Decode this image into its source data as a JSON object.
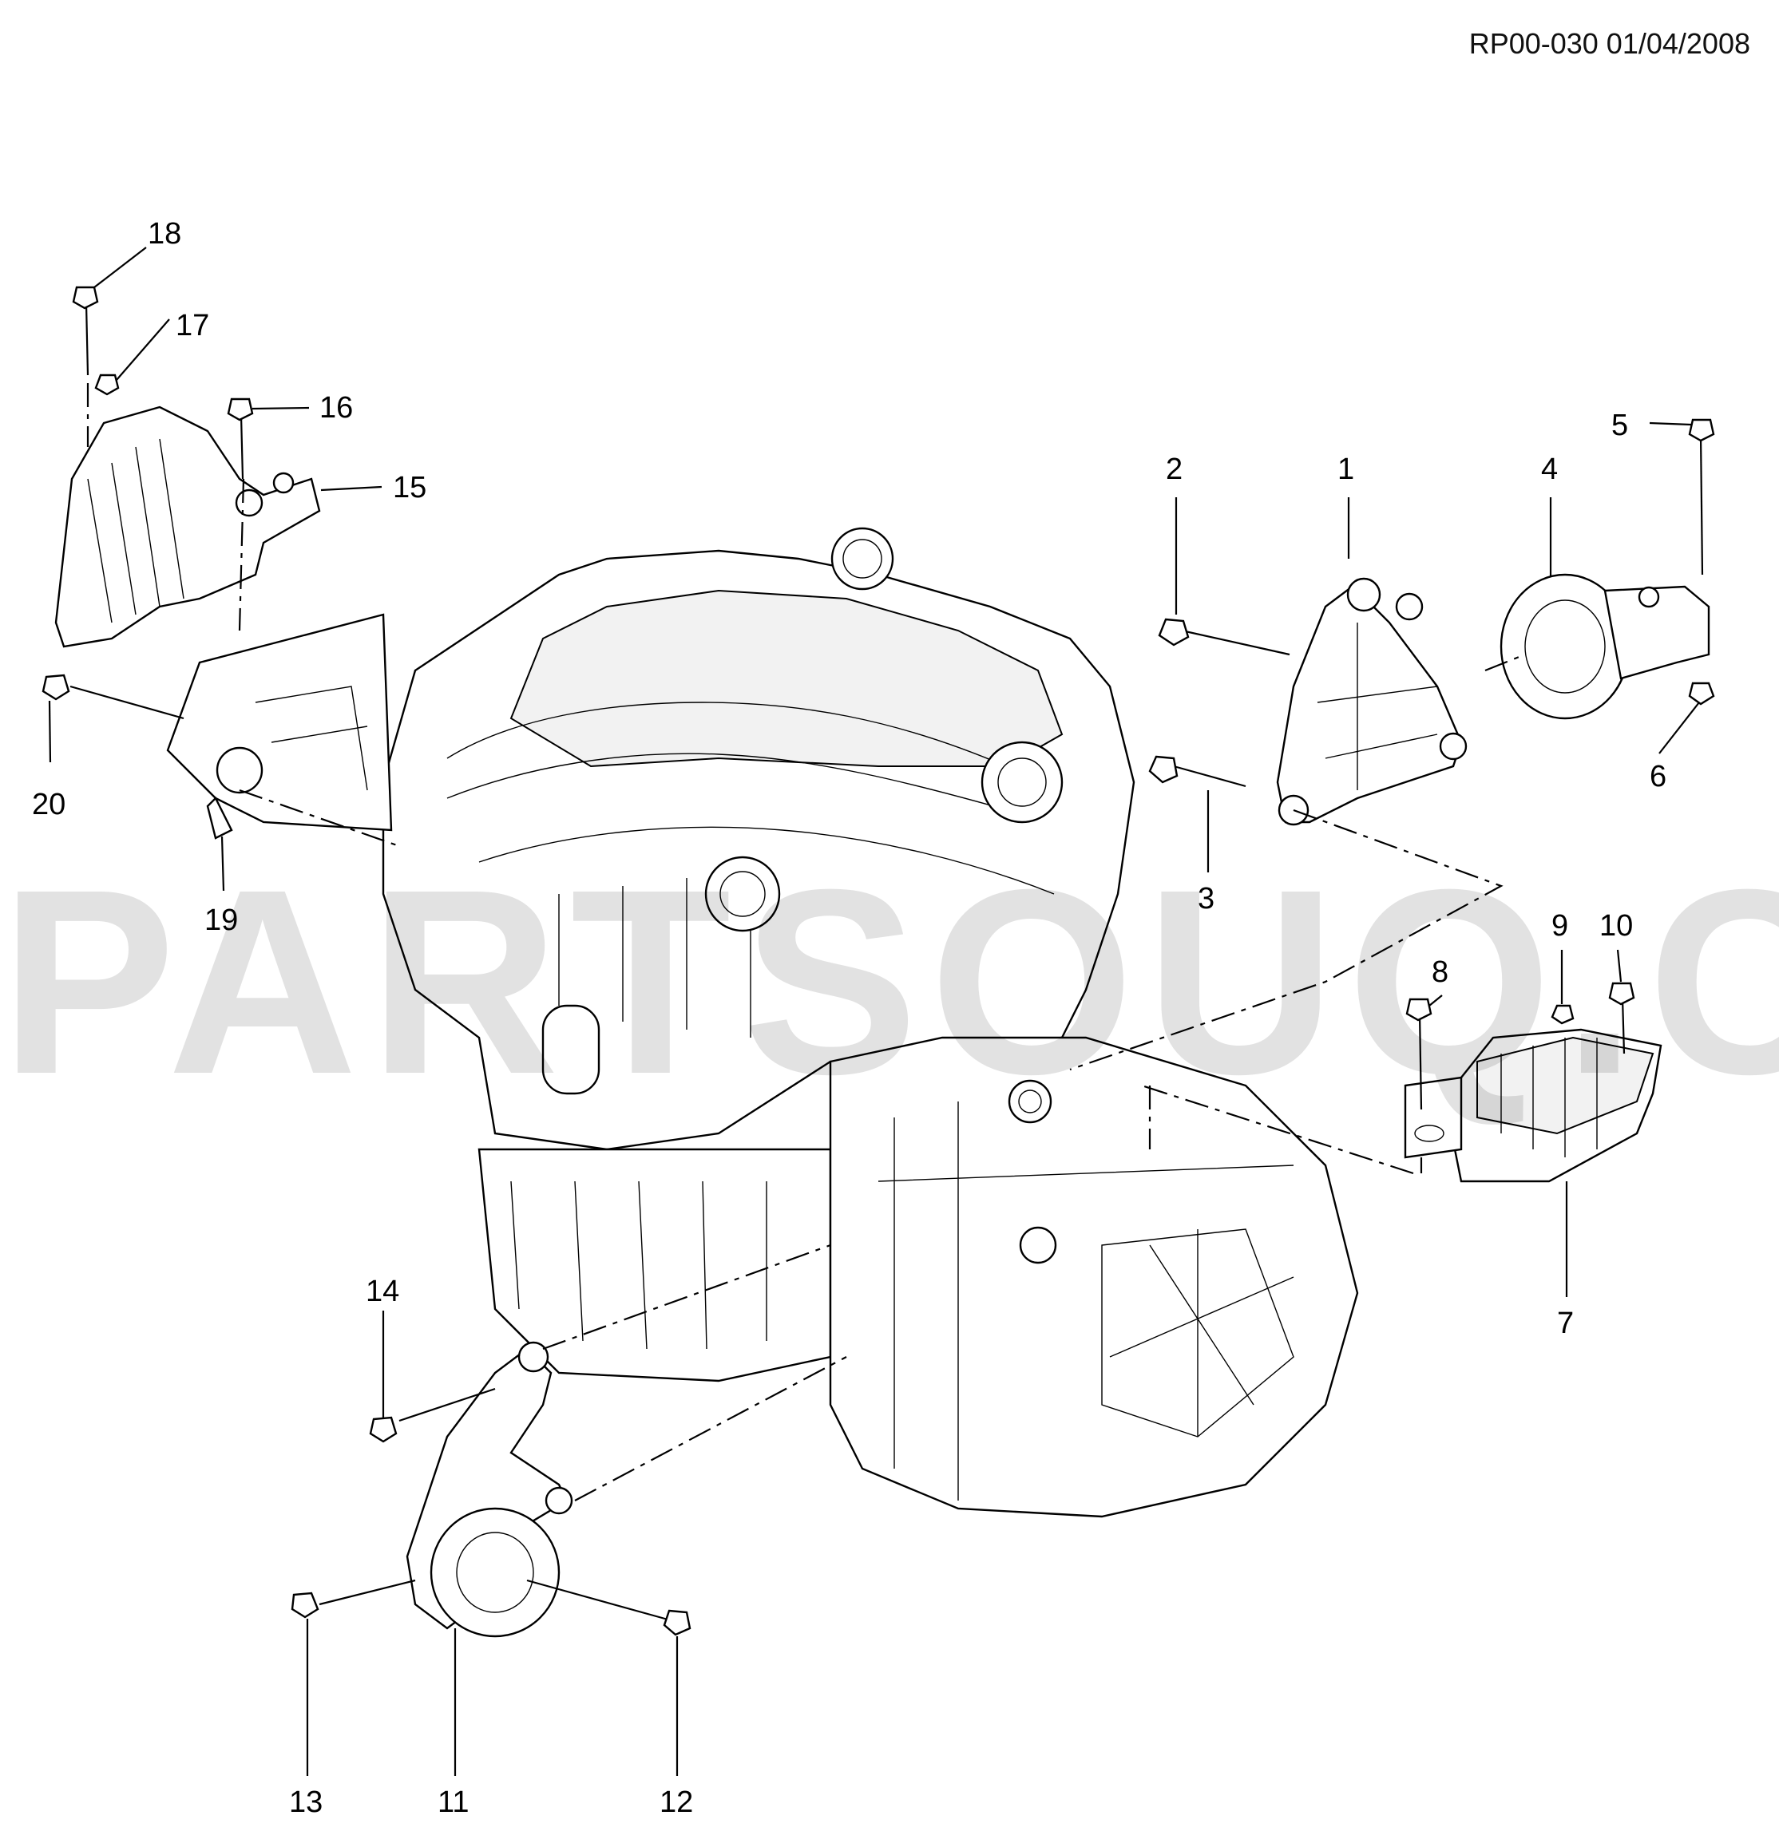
{
  "doc_ref": "RP00-030 01/04/2008",
  "watermark": "PARTSOUQ.COM",
  "callouts": [
    "1",
    "2",
    "3",
    "4",
    "5",
    "6",
    "7",
    "8",
    "9",
    "10",
    "11",
    "12",
    "13",
    "14",
    "15",
    "16",
    "17",
    "18",
    "19",
    "20"
  ]
}
